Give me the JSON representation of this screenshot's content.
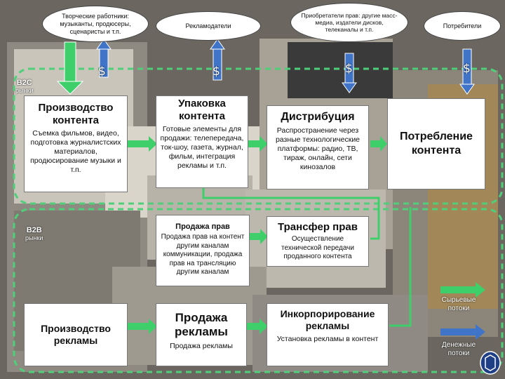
{
  "top_ellipses": [
    {
      "text": "Творческие работники: музыканты, продюсеры, сценаристы и т.п."
    },
    {
      "text": "Рекламодатели"
    },
    {
      "text": "Приобретатели прав: другие масс-медиа, издатели дисков, телеканалы и т.п."
    },
    {
      "text": "Потребители"
    }
  ],
  "dollar_sign": "$",
  "labels": {
    "b2c_line1": "B2C",
    "b2c_line2": "рынки",
    "b2b_line1": "B2B",
    "b2b_line2": "рынки"
  },
  "boxes": {
    "production": {
      "title": "Производство контента",
      "desc": "Съемка фильмов, видео, подготовка журналистских материалов, продюсирование музыки и т.п."
    },
    "packaging": {
      "title": "Упаковка контента",
      "desc": "Готовые элементы для продажи: телепередача, ток-шоу, газета, журнал, фильм, интеграция рекламы и т.п."
    },
    "distribution": {
      "title": "Дистрибуция",
      "desc": "Распространение через разные технологические платформы: радио, ТВ, тираж, онлайн, сети кинозалов"
    },
    "consumption": {
      "title": "Потребление контента"
    },
    "rights_sale": {
      "title": "Продажа прав",
      "desc": "Продажа прав на контент другим каналам коммуникации, продажа прав на трансляцию другим каналам"
    },
    "rights_transfer": {
      "title": "Трансфер прав",
      "desc": "Осуществление технической передачи проданного контента"
    },
    "ad_production": {
      "title": "Производство рекламы"
    },
    "ad_sale": {
      "title": "Продажа рекламы",
      "desc": "Продажа рекламы"
    },
    "ad_incorporation": {
      "title": "Инкорпорирование рекламы",
      "desc": "Установка рекламы в контент"
    }
  },
  "legend": {
    "raw_flows": "Сырьевые потоки",
    "money_flows": "Денежные потоки"
  },
  "colors": {
    "green_arrow": "#3fcf6a",
    "blue_arrow": "#3f74c8",
    "dashed_border": "#4fcf7a"
  }
}
